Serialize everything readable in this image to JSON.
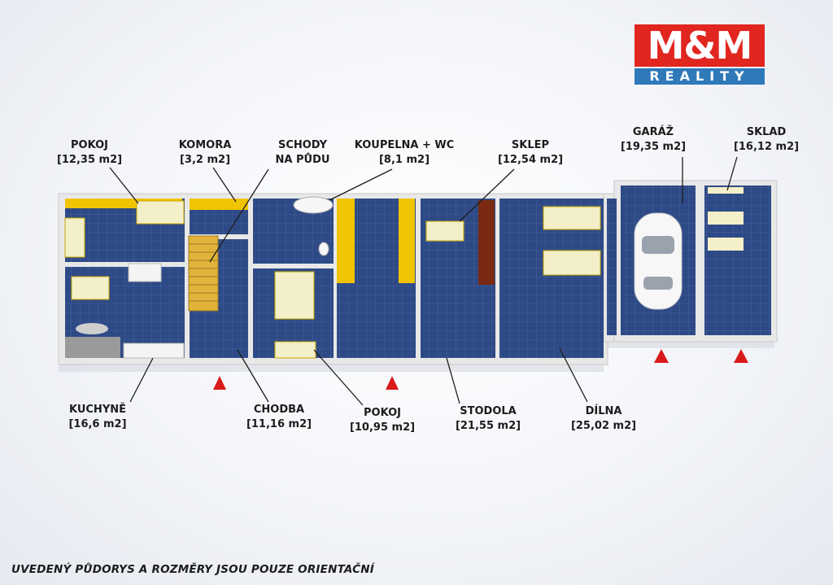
{
  "logo": {
    "brand": "M&M",
    "sub": "REALITY"
  },
  "rooms": {
    "pokoj1": {
      "name": "POKOJ",
      "area": "[12,35 m2]"
    },
    "komora": {
      "name": "KOMORA",
      "area": "[3,2 m2]"
    },
    "schody": {
      "name": "SCHODY",
      "name2": "NA PŮDU"
    },
    "koupelna": {
      "name": "KOUPELNA + WC",
      "area": "[8,1 m2]"
    },
    "sklep": {
      "name": "SKLEP",
      "area": "[12,54 m2]"
    },
    "garaz": {
      "name": "GARÁŽ",
      "area": "[19,35 m2]"
    },
    "sklad": {
      "name": "SKLAD",
      "area": "[16,12 m2]"
    },
    "kuchyne": {
      "name": "KUCHYNĚ",
      "area": "[16,6 m2]"
    },
    "chodba": {
      "name": "CHODBA",
      "area": "[11,16 m2]"
    },
    "pokoj2": {
      "name": "POKOJ",
      "area": "[10,95 m2]"
    },
    "stodola": {
      "name": "STODOLA",
      "area": "[21,55 m2]"
    },
    "dilna": {
      "name": "DÍLNA",
      "area": "[25,02 m2]"
    }
  },
  "disclaimer": "UVEDENÝ PŮDORYS A ROZMĚRY JSOU POUZE ORIENTAČNÍ",
  "colors": {
    "floor": "#2e4a86",
    "wall": "#e6e6e6",
    "furniture": "#f0c400",
    "entrance": "#d91a1a"
  }
}
